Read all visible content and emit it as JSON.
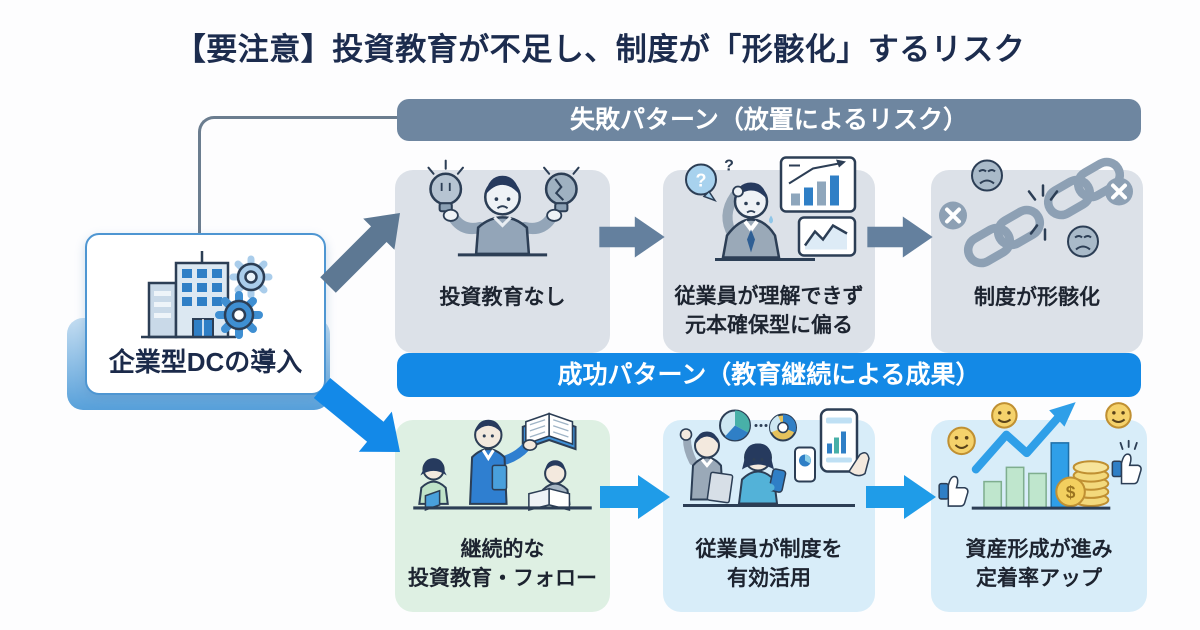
{
  "title": {
    "text": "【要注意】投資教育が不足し、制度が「形骸化」するリスク"
  },
  "source": {
    "label": "企業型DCの導入",
    "icons": [
      "office-building-icon",
      "gear-icon"
    ]
  },
  "failure": {
    "header": {
      "label": "失敗パターン（放置によるリスク）",
      "bg": "#6e86a0"
    },
    "steps": [
      {
        "lines": [
          "投資教育なし"
        ],
        "icons": [
          "lit-lightbulb-icon",
          "broken-lightbulb-icon",
          "shrugging-person-icon"
        ]
      },
      {
        "lines": [
          "従業員が理解できず",
          "元本確保型に偏る"
        ],
        "icons": [
          "question-bubble-icon",
          "confused-person-icon",
          "bar-chart-icon",
          "line-chart-icon"
        ]
      },
      {
        "lines": [
          "制度が形骸化"
        ],
        "icons": [
          "sad-face-icon",
          "broken-chain-icon",
          "x-mark-icon"
        ]
      }
    ],
    "arrow_color": "#64809e"
  },
  "success": {
    "header": {
      "label": "成功パターン（教育継続による成果）",
      "bg": "#1389e6"
    },
    "steps": [
      {
        "lines": [
          "継続的な",
          "投資教育・フォロー"
        ],
        "icons": [
          "teacher-icon",
          "students-icon",
          "open-book-icon"
        ]
      },
      {
        "lines": [
          "従業員が制度を",
          "有効活用"
        ],
        "icons": [
          "pie-chart-icon",
          "donut-chart-icon",
          "smartphone-icon",
          "employees-icon"
        ]
      },
      {
        "lines": [
          "資産形成が進み",
          "定着率アップ"
        ],
        "icons": [
          "growth-bars-icon",
          "rising-arrow-icon",
          "coin-stack-icon",
          "smiley-face-icon",
          "thumbs-up-icon"
        ]
      }
    ],
    "arrow_color": "#1f9ce8"
  },
  "colors": {
    "title_text": "#1c2c4e",
    "failure_header_bg": "#6e86a0",
    "failure_box_bg": "#dce1e8",
    "failure_arrow": "#64809e",
    "success_header_bg": "#1389e6",
    "success_box_green_bg": "#def0e3",
    "success_box_blue_bg": "#d8edf9",
    "success_arrow": "#1f9ce8",
    "source_border": "#4e96d2",
    "connector_line": "#6b7d8f"
  }
}
